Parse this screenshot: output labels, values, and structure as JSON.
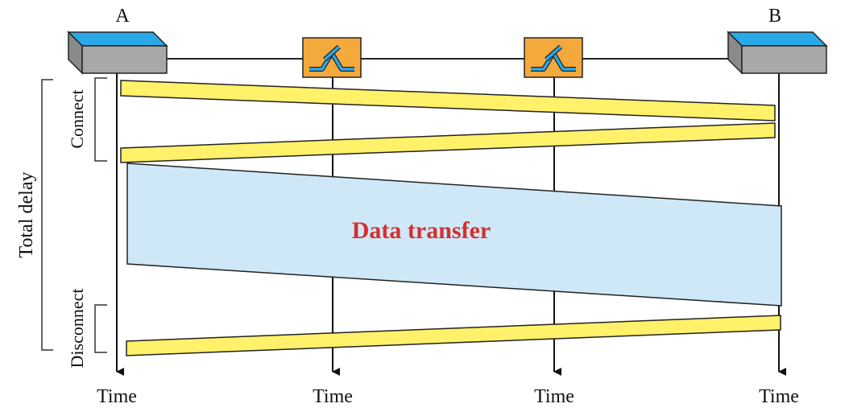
{
  "nodes": {
    "a_label": "A",
    "b_label": "B"
  },
  "time_labels": [
    "Time",
    "Time",
    "Time",
    "Time"
  ],
  "phases": {
    "connect": "Connect",
    "disconnect": "Disconnect",
    "total_delay": "Total delay",
    "data_transfer": "Data transfer"
  },
  "colors": {
    "host_top": "#2aa9e8",
    "host_body": "#a8a8a8",
    "switch_fill": "#f4a93c",
    "switch_glyph": "#2aa9e8",
    "signal_band": "#fff16a",
    "data_band": "#cfe8f8",
    "data_label": "#d43030"
  }
}
